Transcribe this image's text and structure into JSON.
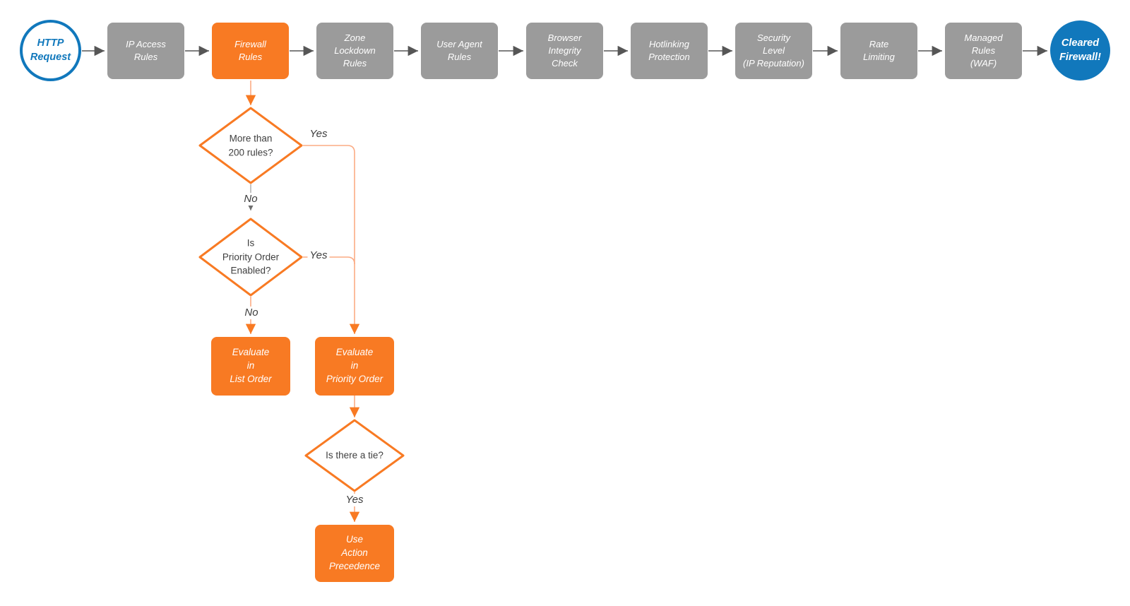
{
  "colors": {
    "node_orange": "#f87a23",
    "node_gray": "#9b9b9b",
    "terminal_blue": "#1178bc",
    "arrow_gray": "#565656",
    "wire_light_orange": "#fbab84",
    "wire_light_gray": "#b0b0b0",
    "diamond_stroke": "#f87a23",
    "text_dark": "#3f3f3f",
    "background": "#ffffff"
  },
  "start": {
    "label": "HTTP\nRequest"
  },
  "end": {
    "label": "Cleared\nFirewall!"
  },
  "pipeline": [
    {
      "label": "IP Access\nRules"
    },
    {
      "label": "Firewall\nRules"
    },
    {
      "label": "Zone\nLockdown\nRules"
    },
    {
      "label": "User Agent\nRules"
    },
    {
      "label": "Browser\nIntegrity\nCheck"
    },
    {
      "label": "Hotlinking\nProtection"
    },
    {
      "label": "Security\nLevel\n(IP Reputation)"
    },
    {
      "label": "Rate\nLimiting"
    },
    {
      "label": "Managed\nRules\n(WAF)"
    }
  ],
  "decisions": [
    {
      "label": "More than\n200 rules?",
      "yes": "Yes",
      "no": "No"
    },
    {
      "label": "Is\nPriority Order\nEnabled?",
      "yes": "Yes",
      "no": "No"
    },
    {
      "label": "Is there a tie?",
      "yes": "Yes"
    }
  ],
  "actions": [
    {
      "label": "Evaluate\nin\nList Order"
    },
    {
      "label": "Evaluate\nin\nPriority Order"
    },
    {
      "label": "Use\nAction\nPrecedence"
    }
  ]
}
